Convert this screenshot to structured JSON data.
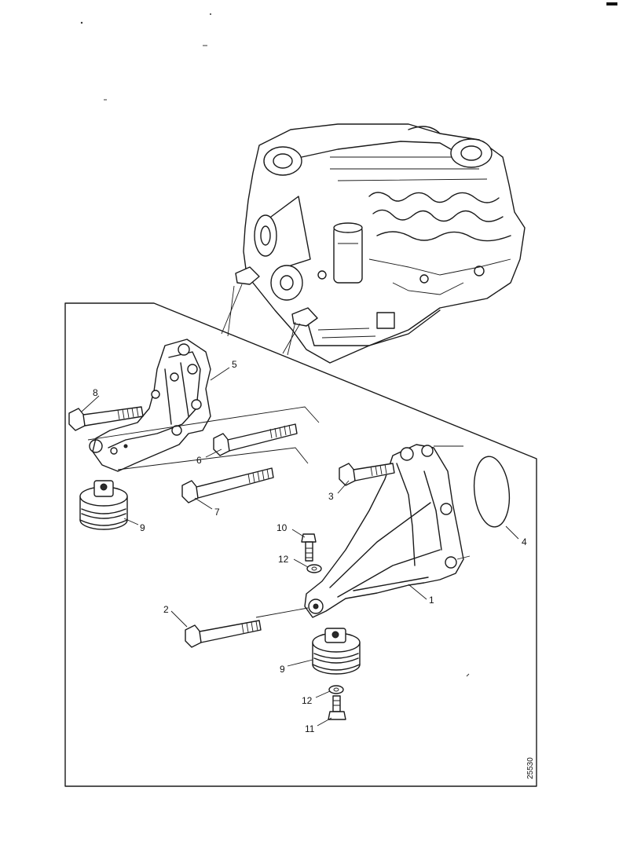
{
  "diagram": {
    "ref_number": "25530",
    "callouts": [
      {
        "id": "c1",
        "label": "1"
      },
      {
        "id": "c2",
        "label": "2"
      },
      {
        "id": "c3",
        "label": "3"
      },
      {
        "id": "c4",
        "label": "4"
      },
      {
        "id": "c5",
        "label": "5"
      },
      {
        "id": "c6",
        "label": "6"
      },
      {
        "id": "c7",
        "label": "7"
      },
      {
        "id": "c8",
        "label": "8"
      },
      {
        "id": "c9a",
        "label": "9"
      },
      {
        "id": "c9b",
        "label": "9"
      },
      {
        "id": "c10",
        "label": "10"
      },
      {
        "id": "c11",
        "label": "11"
      },
      {
        "id": "c12a",
        "label": "12"
      },
      {
        "id": "c12b",
        "label": "12"
      }
    ]
  }
}
